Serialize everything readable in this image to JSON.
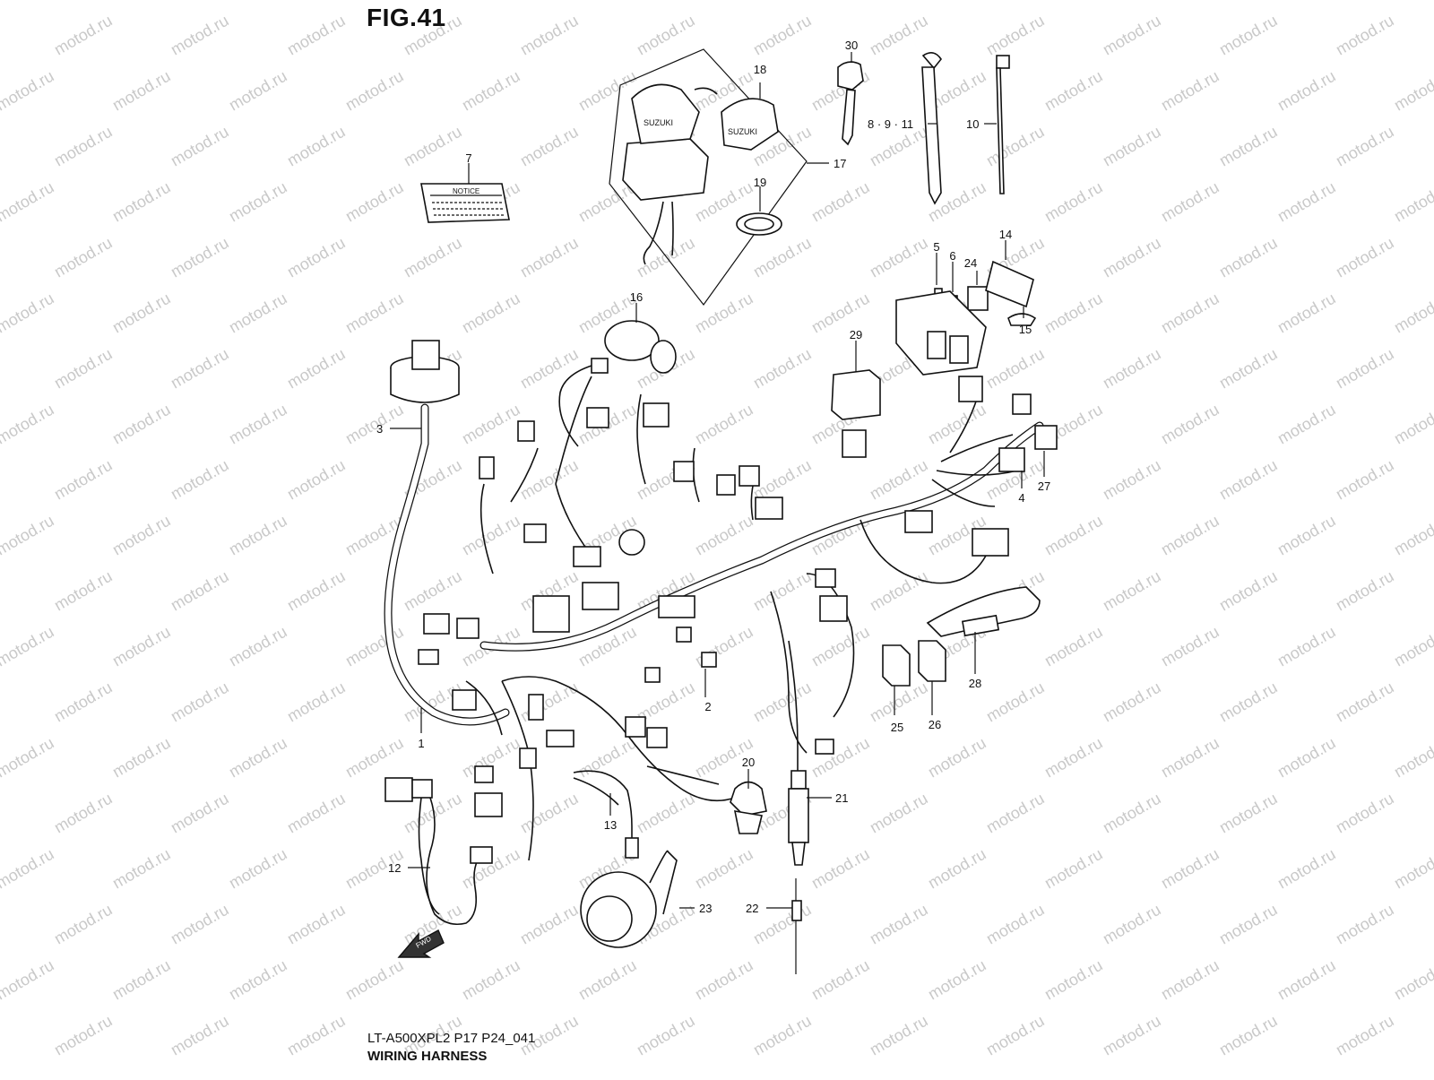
{
  "figure": {
    "title": "FIG.41",
    "model_code": "LT-A500XPL2 P17 P24_041",
    "subtitle": "WIRING HARNESS",
    "notice_label": "NOTICE",
    "fwd_label": "FWD",
    "ignition_brand": "SUZUKI"
  },
  "watermark": {
    "text": "motod.ru"
  },
  "callouts": [
    {
      "id": "c1",
      "label": "1"
    },
    {
      "id": "c2",
      "label": "2"
    },
    {
      "id": "c3",
      "label": "3"
    },
    {
      "id": "c4",
      "label": "4"
    },
    {
      "id": "c5",
      "label": "5"
    },
    {
      "id": "c6",
      "label": "6"
    },
    {
      "id": "c7",
      "label": "7"
    },
    {
      "id": "c8",
      "label": "8 · 9 · 11"
    },
    {
      "id": "c10",
      "label": "10"
    },
    {
      "id": "c12",
      "label": "12"
    },
    {
      "id": "c13",
      "label": "13"
    },
    {
      "id": "c14",
      "label": "14"
    },
    {
      "id": "c15",
      "label": "15"
    },
    {
      "id": "c16",
      "label": "16"
    },
    {
      "id": "c17",
      "label": "17"
    },
    {
      "id": "c18",
      "label": "18"
    },
    {
      "id": "c19",
      "label": "19"
    },
    {
      "id": "c20",
      "label": "20"
    },
    {
      "id": "c21",
      "label": "21"
    },
    {
      "id": "c22",
      "label": "22"
    },
    {
      "id": "c23",
      "label": "23"
    },
    {
      "id": "c24",
      "label": "24"
    },
    {
      "id": "c25",
      "label": "25"
    },
    {
      "id": "c26",
      "label": "26"
    },
    {
      "id": "c27",
      "label": "27"
    },
    {
      "id": "c28",
      "label": "28"
    },
    {
      "id": "c29",
      "label": "29"
    },
    {
      "id": "c30",
      "label": "30"
    }
  ]
}
